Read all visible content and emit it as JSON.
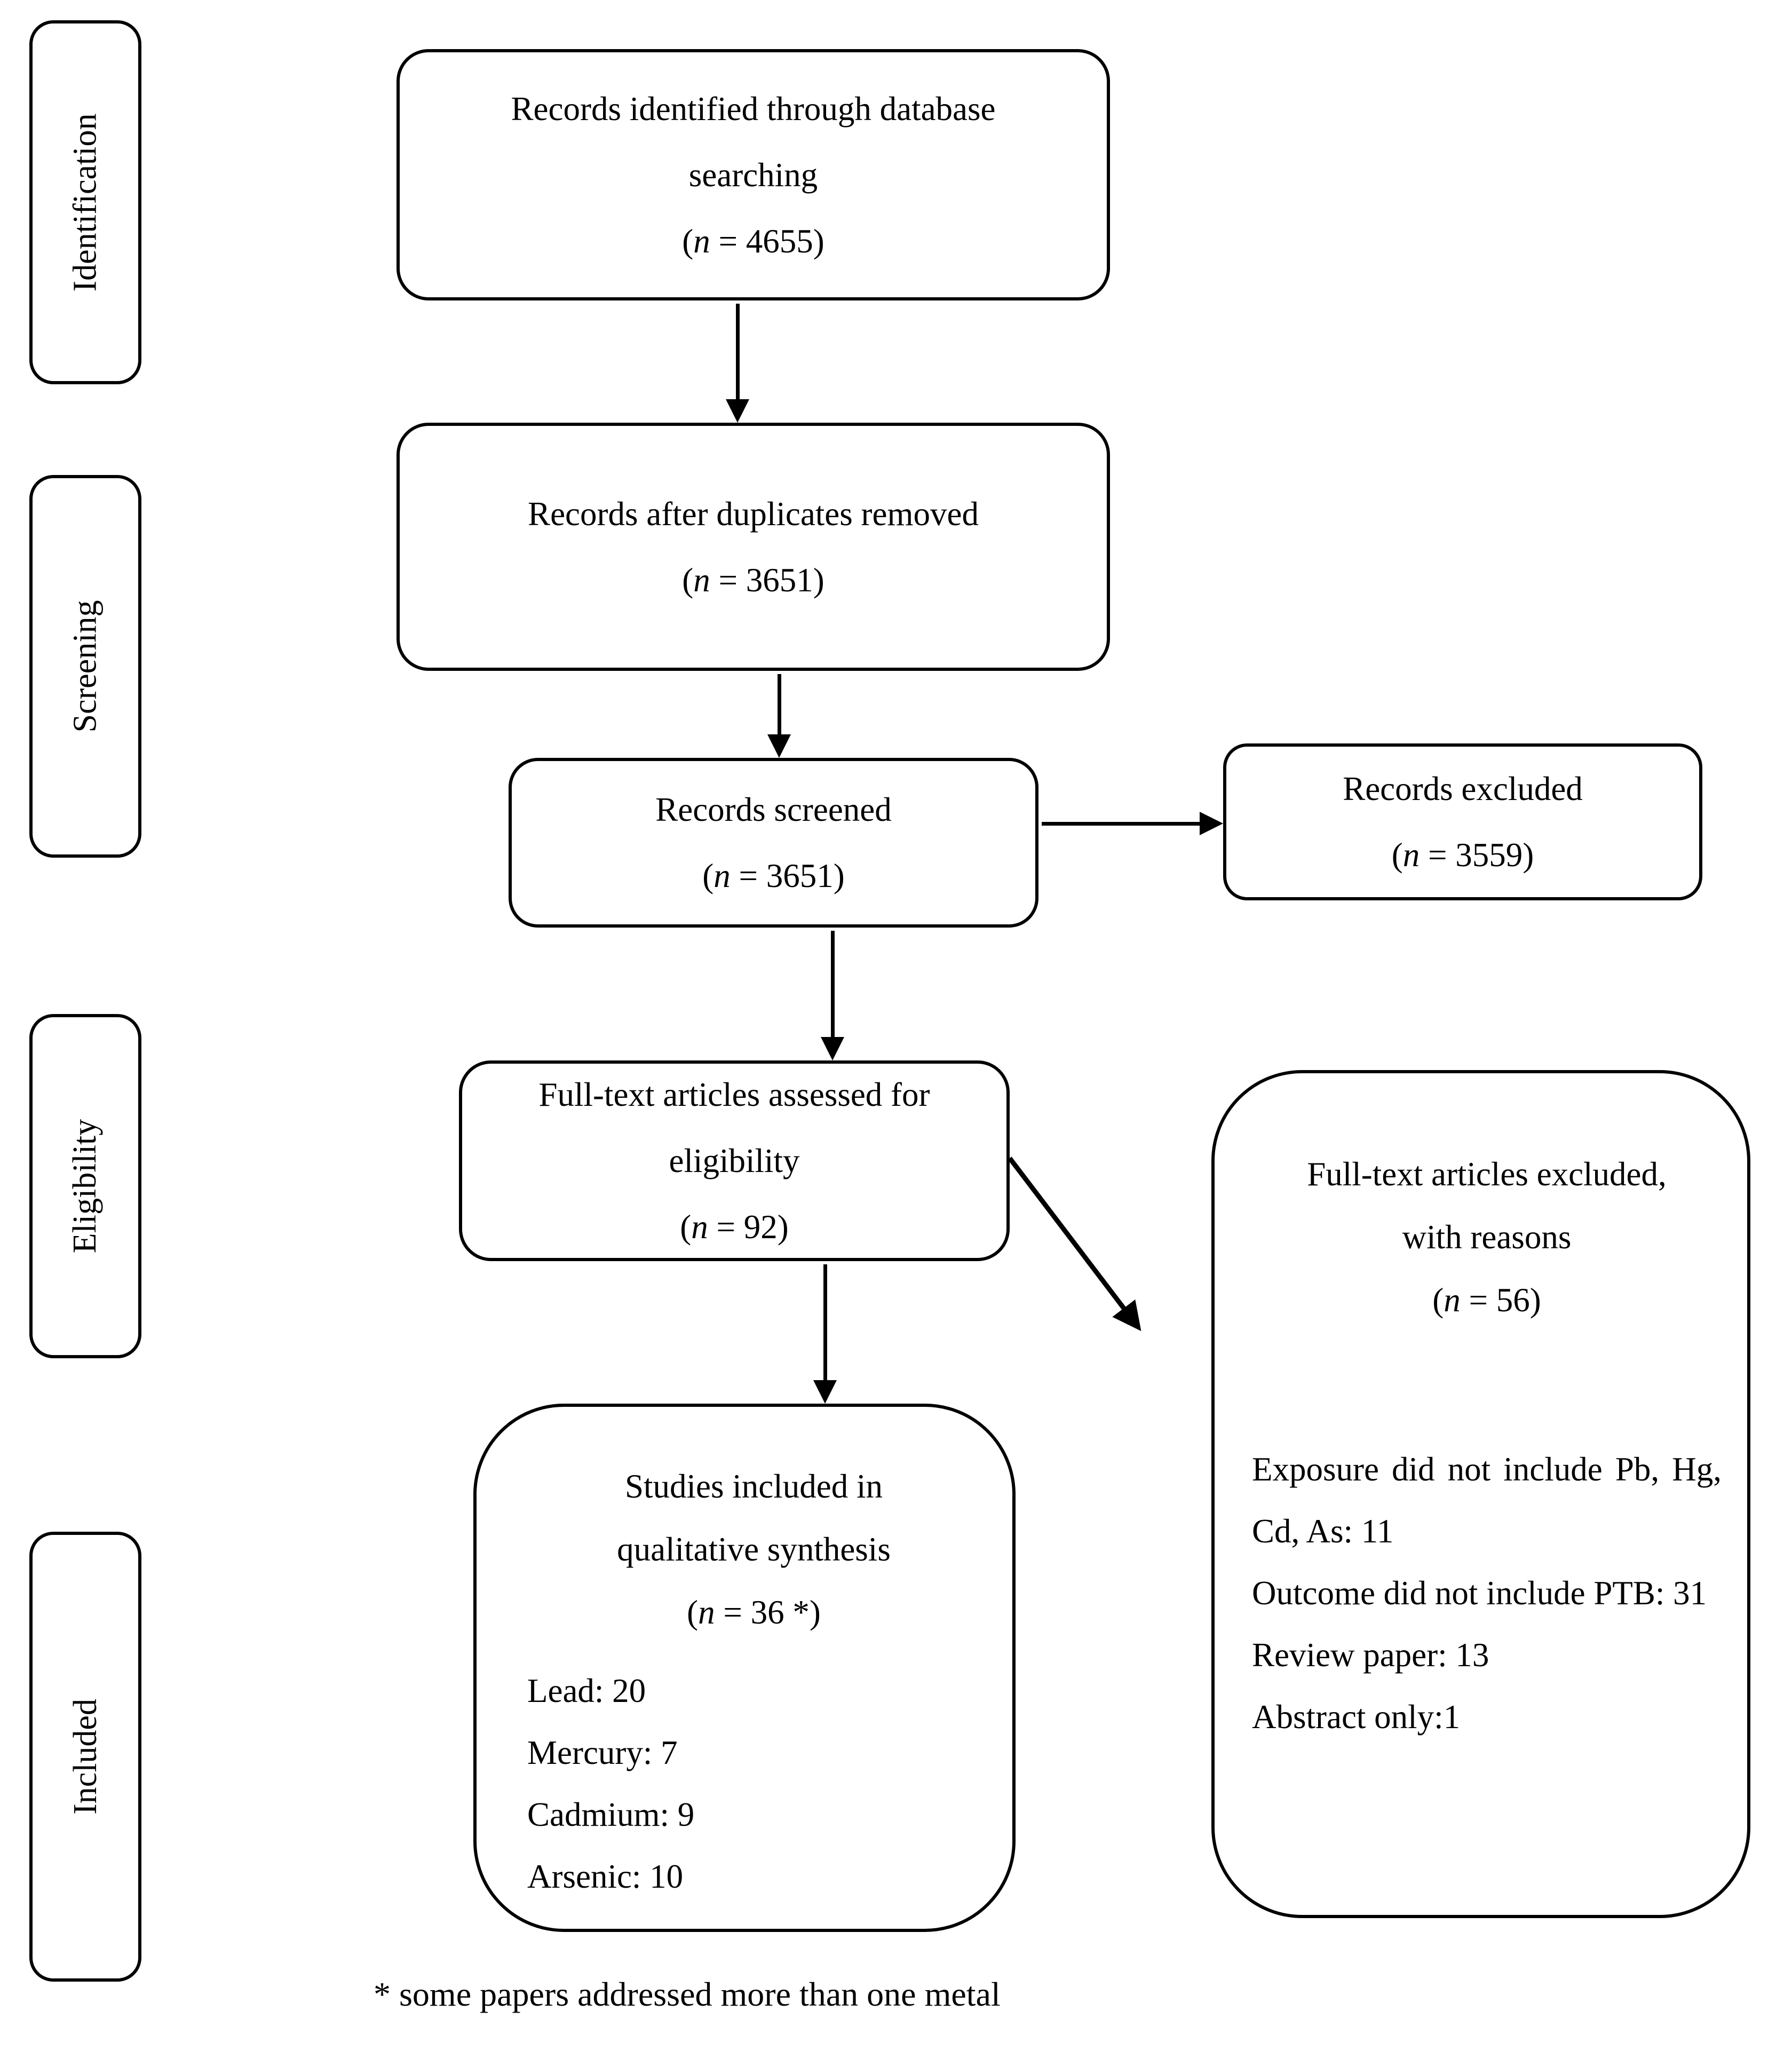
{
  "notation": {
    "open": "(",
    "var": "n",
    "eq": " = ",
    "close": ")"
  },
  "sidebar": {
    "items": [
      {
        "label": "Identification"
      },
      {
        "label": "Screening"
      },
      {
        "label": "Eligibility"
      },
      {
        "label": "Included"
      }
    ]
  },
  "flow": {
    "identified": {
      "lines": [
        "Records identified through database",
        "searching"
      ],
      "n": "4655"
    },
    "dedup": {
      "lines": [
        "Records after duplicates removed"
      ],
      "n": "3651"
    },
    "screened": {
      "lines": [
        "Records screened"
      ],
      "n": "3651"
    },
    "records_excluded": {
      "lines": [
        "Records excluded"
      ],
      "n": "3559"
    },
    "fulltext": {
      "lines": [
        "Full-text articles assessed for",
        "eligibility"
      ],
      "n": "92"
    },
    "fulltext_excluded": {
      "lines": [
        "Full-text articles excluded,",
        "with reasons"
      ],
      "n": "56",
      "reasons": [
        "Exposure did not include Pb, Hg, Cd, As: 11",
        "Outcome did not include PTB: 31",
        "Review paper: 13",
        "Abstract only:1"
      ]
    },
    "included": {
      "lines": [
        "Studies included in",
        "qualitative synthesis"
      ],
      "n": "36 *",
      "breakdown": [
        "Lead: 20",
        "Mercury: 7",
        "Cadmium: 9",
        "Arsenic: 10"
      ]
    }
  },
  "footnote": "* some papers addressed more than one metal",
  "colors": {
    "stroke": "#000000",
    "background": "#ffffff"
  }
}
